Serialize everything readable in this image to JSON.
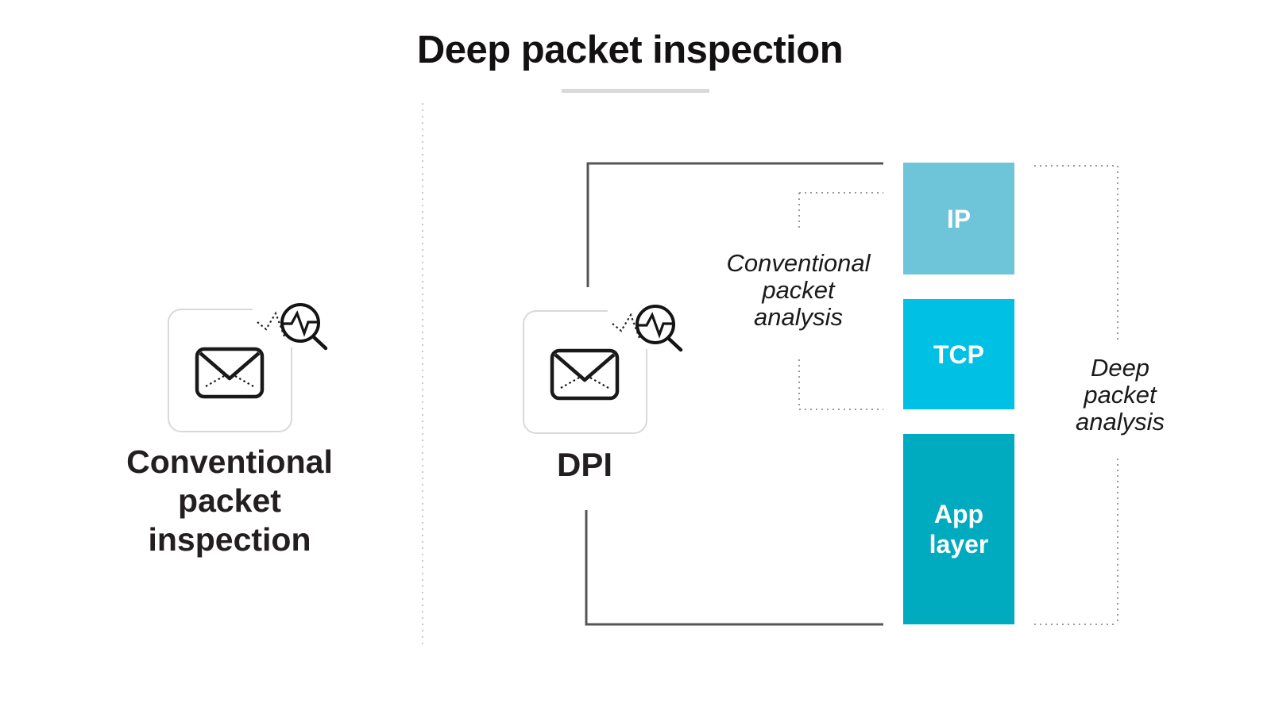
{
  "title": "Deep packet inspection",
  "sections": {
    "left": {
      "caption": "Conventional\npacket\ninspection",
      "icon": "envelope-analysis-magnifier-icon"
    },
    "dpi": {
      "caption": "DPI",
      "icon": "envelope-analysis-magnifier-icon"
    }
  },
  "annotations": {
    "conventional_packet_analysis": "Conventional\npacket\nanalysis",
    "deep_packet_analysis": "Deep\npacket\nanalysis"
  },
  "protocol_layers": [
    {
      "label": "IP",
      "color": "#6ec4d8"
    },
    {
      "label": "TCP",
      "color": "#00c1e4"
    },
    {
      "label": "App\nlayer",
      "color": "#00aabf"
    }
  ],
  "colors": {
    "solid_bracket": "#55565a",
    "dotted_bracket": "#9a9a9a",
    "divider": "#c9c9c9",
    "title_underline": "#d9d9d9",
    "icon_stroke": "#191919",
    "icon_box_border": "#d9d9d9"
  }
}
